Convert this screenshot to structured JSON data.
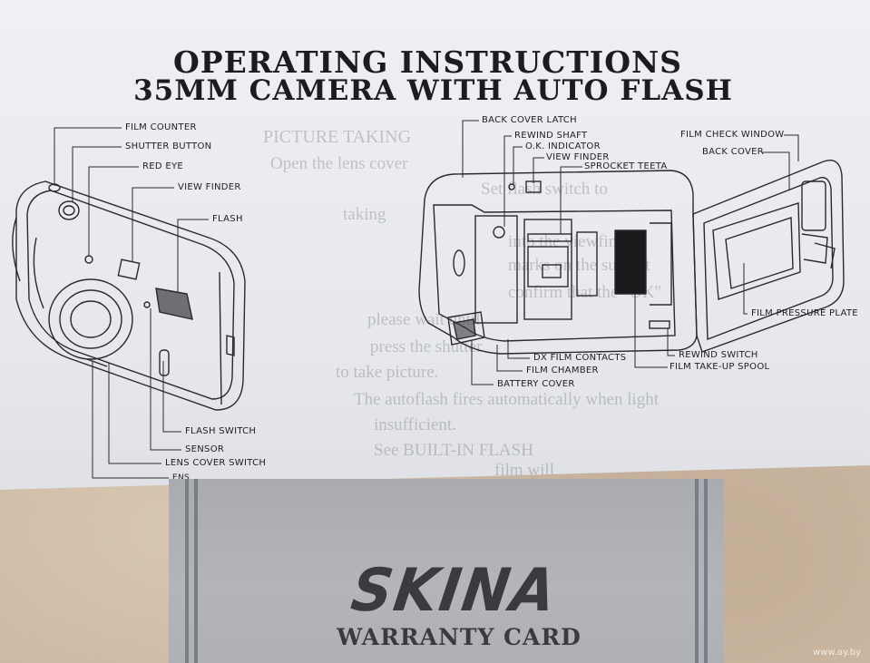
{
  "manual": {
    "title_line1": "OPERATING INSTRUCTIONS",
    "title_line2": "35MM CAMERA WITH AUTO FLASH",
    "front_labels": {
      "film_counter": "FILM COUNTER",
      "shutter_button": "SHUTTER BUTTON",
      "red_eye": "RED EYE",
      "view_finder": "VIEW FINDER",
      "flash": "FLASH",
      "flash_switch": "FLASH SWITCH",
      "sensor": "SENSOR",
      "lens_cover_switch": "LENS COVER SWITCH",
      "lens": "ENS"
    },
    "back_labels": {
      "back_cover_latch": "BACK COVER LATCH",
      "rewind_shaft": "REWIND SHAFT",
      "ok_indicator": "O.K. INDICATOR",
      "view_finder": "VIEW FINDER",
      "sprocket_teeth": "SPROCKET TEETA",
      "film_check_window": "FILM CHECK WINDOW",
      "back_cover": "BACK COVER",
      "film_pressure_plate": "FILM PRESSURE PLATE",
      "dx_film_contacts": "DX FILM CONTACTS",
      "film_chamber": "FILM CHAMBER",
      "battery_cover": "BATTERY COVER",
      "rewind_switch": "REWIND SWITCH",
      "film_takeup_spool": "FILM TAKE-UP SPOOL"
    },
    "show_through_text": [
      "PICTURE TAKING",
      "Open the lens cover",
      "Set flash switch to",
      "taking",
      "into the viewfinder",
      "marks on the subject",
      "confirm that the \"OK\"",
      "please wait until",
      "press the shutter",
      "to take picture.",
      "The autoflash fires automatically when light",
      "insufficient.",
      "See BUILT-IN FLASH",
      "film will"
    ]
  },
  "card": {
    "brand": "SKINA",
    "title": "WARRANTY CARD"
  },
  "watermark": "www.ay.by"
}
